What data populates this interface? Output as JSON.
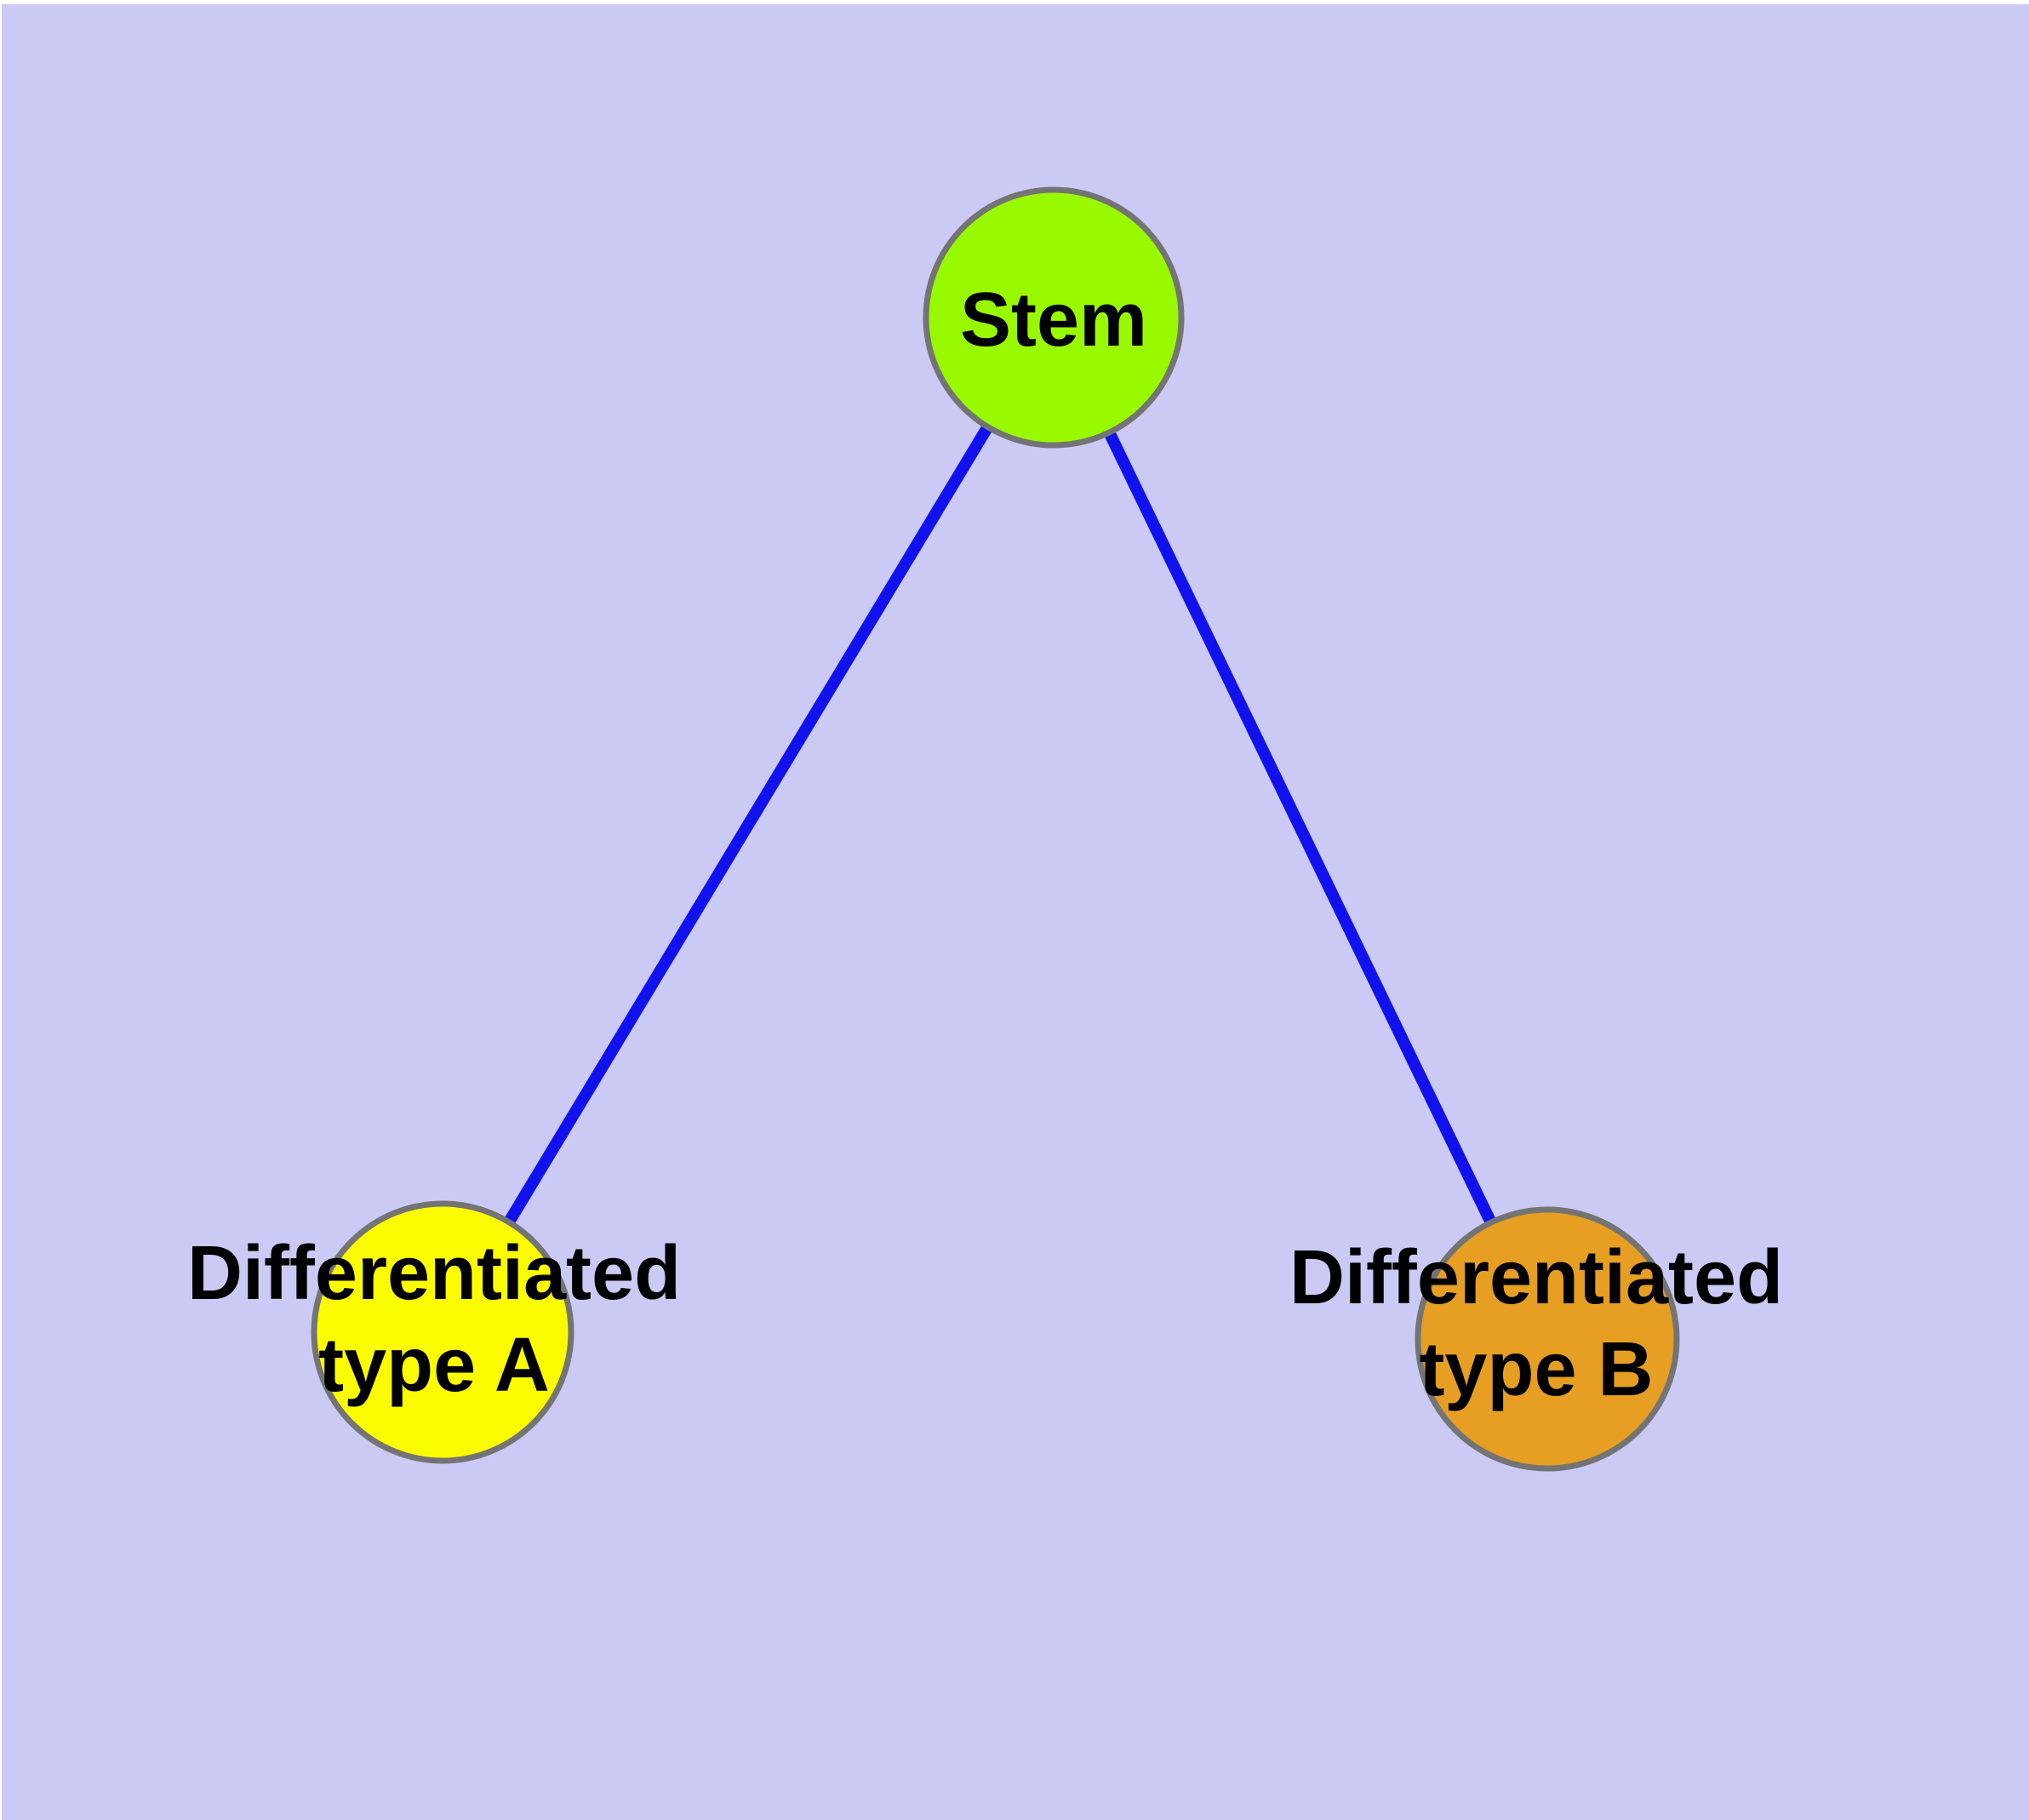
{
  "diagram": {
    "background_color": "#cacaf5",
    "node_border_color": "#747474",
    "label_color": "#000000",
    "edge_color": "#1111ee",
    "nodes": [
      {
        "id": "stem",
        "label": "Stem",
        "fill": "#99fa00"
      },
      {
        "id": "differentiated-type-a",
        "label_line1": "Differentiated",
        "label_line2": "type A",
        "fill": "#fcfc00"
      },
      {
        "id": "differentiated-type-b",
        "label_line1": "Differentiated",
        "label_line2": "type B",
        "fill": "#e69f22"
      }
    ],
    "edges": [
      {
        "from": "Stem",
        "to": "Differentiated type A",
        "color": "#1111ee"
      },
      {
        "from": "Stem",
        "to": "Differentiated type B",
        "color": "#1111ee"
      }
    ]
  }
}
